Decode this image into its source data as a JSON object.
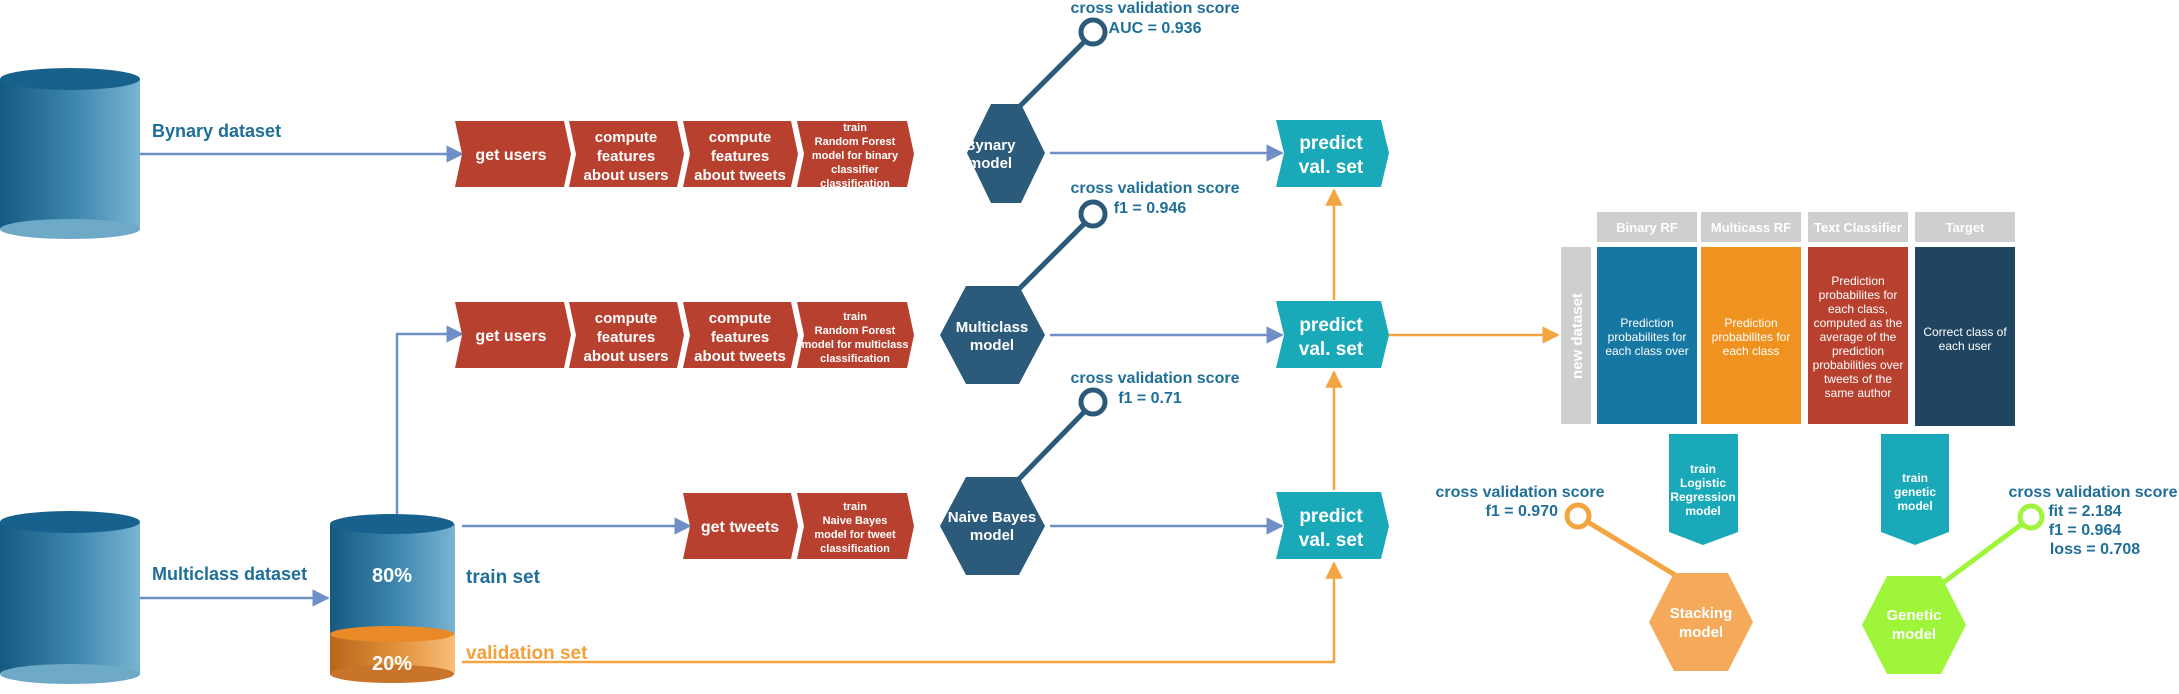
{
  "colors": {
    "cylinder_blue": "#1a6d96",
    "chevron_red": "#b8402f",
    "hex_navy": "#2c5a7a",
    "predict_teal": "#1aa9b8",
    "arrow_blue": "#6f8fc7",
    "arrow_orange": "#f2a540",
    "stacking_orange": "#f5a95a",
    "genetic_green": "#9ef53a",
    "table_gray": "#cfcfcf",
    "col_blue": "#1677a3",
    "col_orange": "#f0921f",
    "col_red": "#b8402f",
    "col_navy": "#1f4560"
  },
  "datasets": {
    "binary": "Bynary dataset",
    "multiclass": "Multiclass dataset"
  },
  "split": {
    "train_pct": "80%",
    "val_pct": "20%",
    "train_label": "train set",
    "val_label": "validation set"
  },
  "row1": {
    "steps": [
      "get users",
      "compute features about users",
      "compute features about tweets",
      "train Random Forest model for binary classifier classification"
    ],
    "model": "Bynary model",
    "cv_title": "cross validation score",
    "cv_value": "AUC = 0.936",
    "predict": "predict val. set"
  },
  "row2": {
    "steps": [
      "get users",
      "compute features about users",
      "compute features about tweets",
      "train Random Forest model for multiclass classification"
    ],
    "model": "Multiclass model",
    "cv_title": "cross validation score",
    "cv_value": "f1 = 0.946",
    "predict": "predict val. set"
  },
  "row3": {
    "steps": [
      "get tweets",
      "train Naive Bayes model for tweet classification"
    ],
    "model": "Naive Bayes model",
    "cv_title": "cross validation score",
    "cv_value": "f1 = 0.71",
    "predict": "predict val. set"
  },
  "new_dataset": {
    "label": "new dataset",
    "headers": [
      "Binary RF",
      "Multicass RF",
      "Text Classifier",
      "Target"
    ],
    "cells": [
      "Prediction probabilites for each class over",
      "Prediction probabilites for each class",
      "Prediction probabilites for each class, computed as the average of the prediction probabilities over tweets of the same author",
      "Correct class of each user"
    ]
  },
  "stacking": {
    "train_label": "train Logistic Regression model",
    "model": "Stacking model",
    "cv_title": "cross validation score",
    "cv_value": "f1 = 0.970"
  },
  "genetic": {
    "train_label": "train genetic model",
    "model": "Genetic model",
    "cv_title": "cross validation score",
    "cv_fit": "fit = 2.184",
    "cv_f1": "f1 = 0.964",
    "cv_loss": "loss = 0.708"
  }
}
